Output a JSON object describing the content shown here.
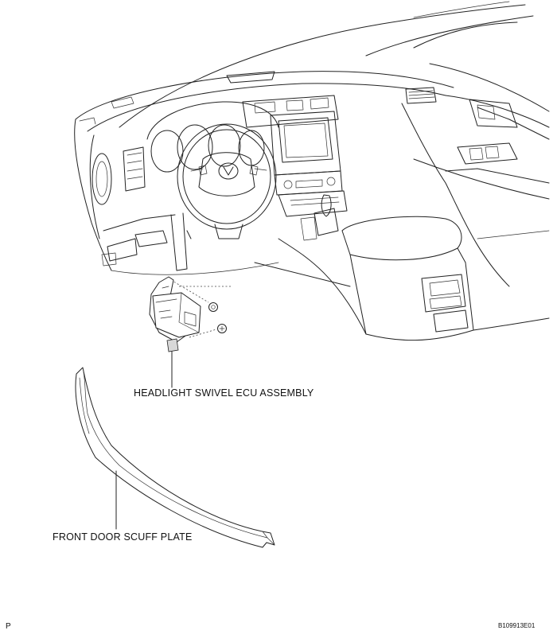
{
  "labels": {
    "ecu": "HEADLIGHT SWIVEL ECU ASSEMBLY",
    "scuff": "FRONT DOOR SCUFF PLATE"
  },
  "footer": {
    "left_code": "P",
    "figure_id": "B109913E01"
  }
}
